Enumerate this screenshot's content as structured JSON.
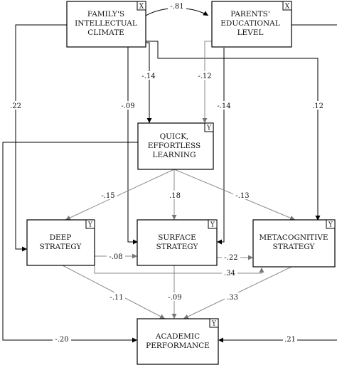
{
  "nodes": {
    "family": {
      "lines": [
        "FAMILY'S",
        "INTELLECTUAL",
        "CLIMATE"
      ],
      "badge": "X"
    },
    "parents": {
      "lines": [
        "PARENTS'",
        "EDUCATIONAL",
        "LEVEL"
      ],
      "badge": "X"
    },
    "quick": {
      "lines": [
        "QUICK,",
        "EFFORTLESS",
        "LEARNING"
      ],
      "badge": "Y"
    },
    "deep": {
      "lines": [
        "DEEP",
        "STRATEGY"
      ],
      "badge": "Y"
    },
    "surface": {
      "lines": [
        "SURFACE",
        "STRATEGY"
      ],
      "badge": "Y"
    },
    "meta": {
      "lines": [
        "METACOGNITIVE",
        "STRATEGY"
      ],
      "badge": "Y"
    },
    "academic": {
      "lines": [
        "ACADEMIC",
        "PERFORMANCE"
      ],
      "badge": "Y"
    }
  },
  "paths": {
    "family_parents": "-.81",
    "family_deep": ".22",
    "family_quick": "-.14",
    "family_surface": "-.09",
    "family_meta": ".12",
    "parents_quick": "-.12",
    "parents_surface": "-.14",
    "parents_academic": ".21",
    "quick_deep": "-.15",
    "quick_surface": ".18",
    "quick_meta": "-.13",
    "quick_academic": "-.20",
    "deep_surface": "-.08",
    "deep_meta": ".34",
    "surface_meta": "-.22",
    "deep_academic": "-.11",
    "surface_academic": "-.09",
    "meta_academic": ".33"
  },
  "colors": {
    "structural": "#000000",
    "strategy_paths": "#8a8a8a"
  }
}
